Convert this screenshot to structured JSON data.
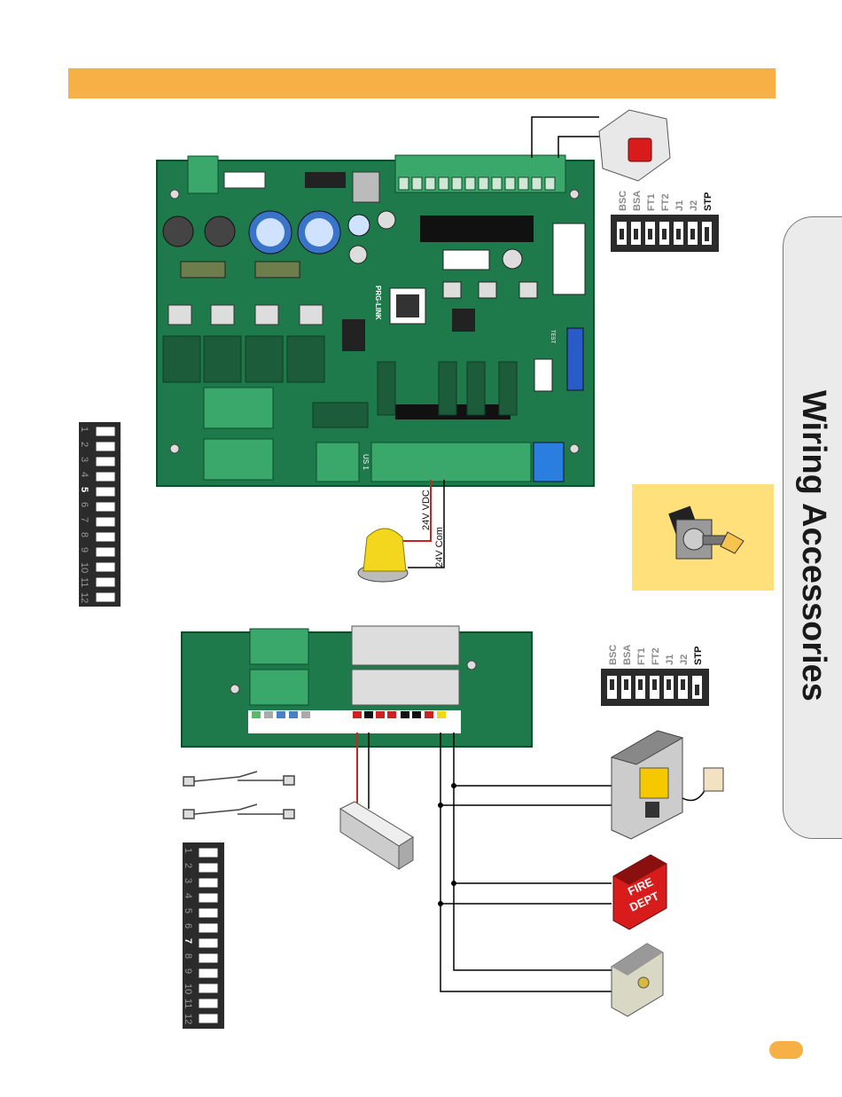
{
  "side_tab": {
    "title": "Wiring Accessories"
  },
  "dip_top_right": {
    "labels": [
      "BSC",
      "BSA",
      "FT1",
      "FT2",
      "J1",
      "J2",
      "STP"
    ]
  },
  "dip_mid_right": {
    "labels": [
      "BSC",
      "BSA",
      "FT1",
      "FT2",
      "J1",
      "J2",
      "STP"
    ]
  },
  "dip_left_top": {
    "numbers": [
      "1",
      "2",
      "3",
      "4",
      "5",
      "6",
      "7",
      "8",
      "9",
      "10",
      "11",
      "12"
    ],
    "highlighted": "5"
  },
  "dip_left_bottom": {
    "numbers": [
      "1",
      "2",
      "3",
      "4",
      "5",
      "6",
      "7",
      "8",
      "9",
      "10",
      "11",
      "12"
    ],
    "highlighted": "7"
  },
  "wires": {
    "vdc_label": "24V VDC",
    "com_label": "24V Com"
  },
  "board": {
    "port_label": "PRG-LINK",
    "us_label": "US 1",
    "test_label": "TEST"
  },
  "fire_box": {
    "label_line1": "FIRE",
    "label_line2": "DEPT"
  },
  "colors": {
    "accent": "#f7b046",
    "board_green": "#1e7a4a",
    "terminal_green": "#3aa86a",
    "wire_red": "#cc2222"
  }
}
